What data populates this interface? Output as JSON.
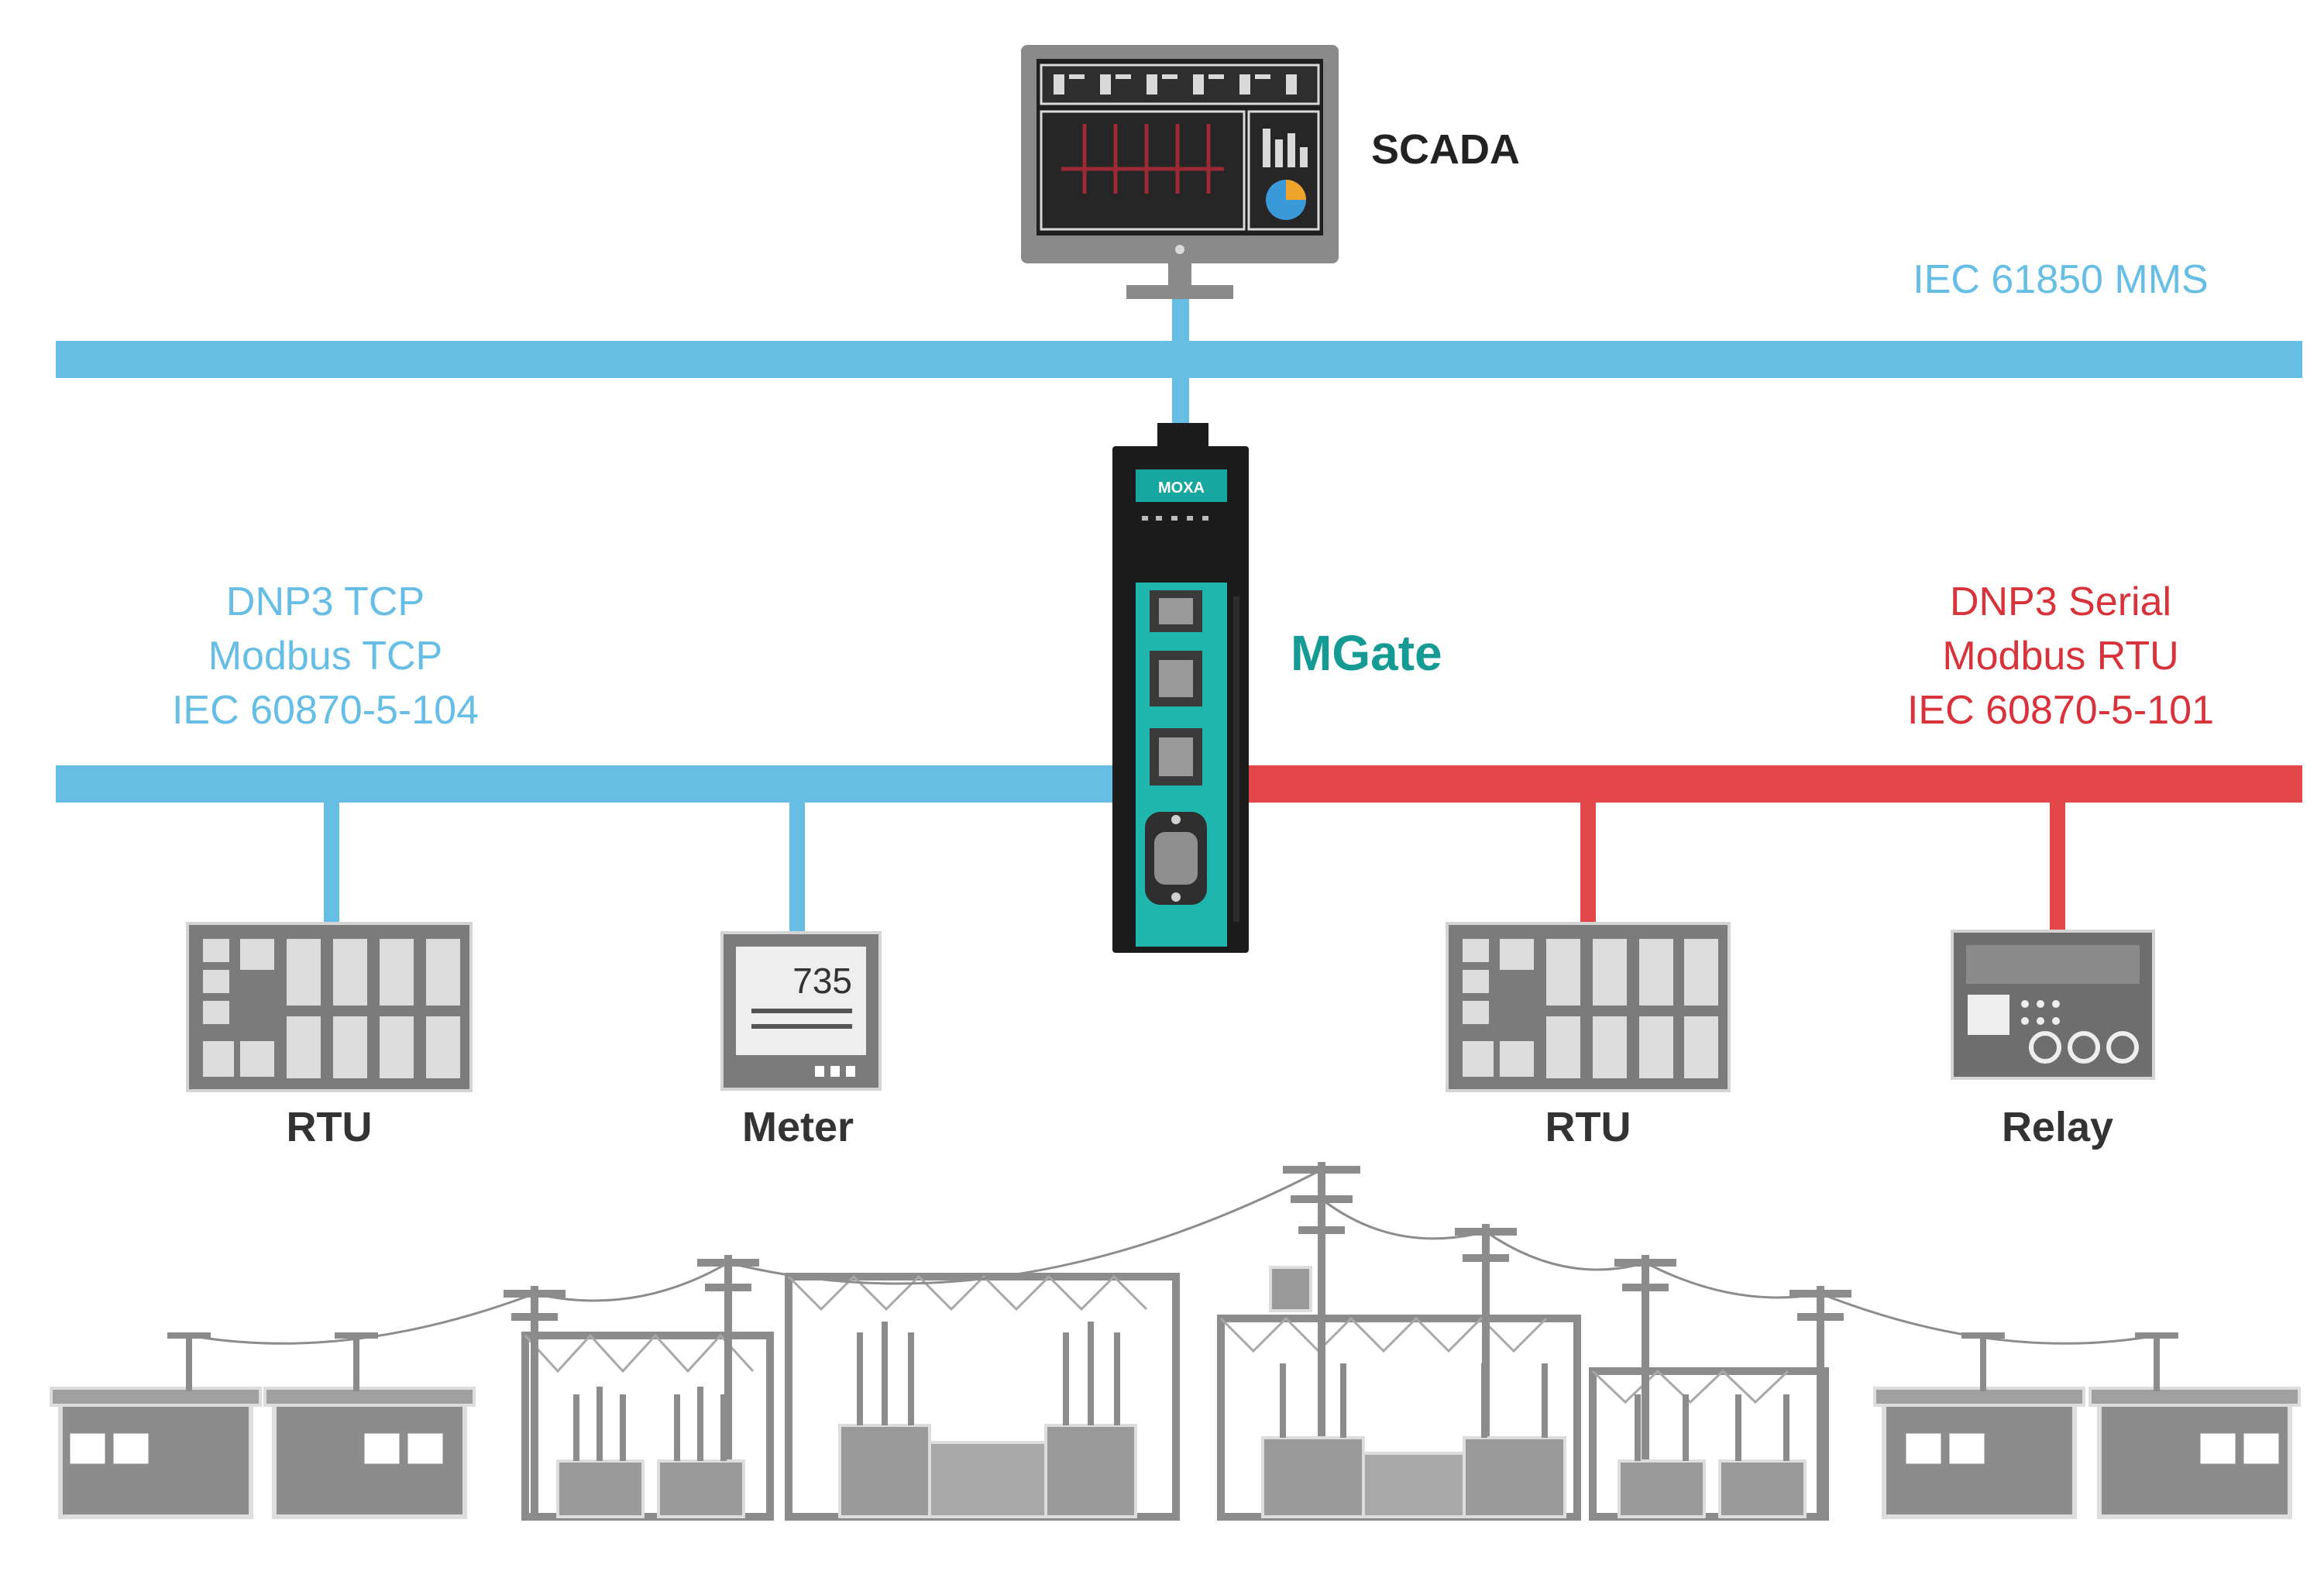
{
  "colors": {
    "ethernet": "#67BEE5",
    "serial": "#E3474A",
    "gateway_accent": "#169A94",
    "device_gray": "#7A7A7A",
    "label_dark": "#222222"
  },
  "scada": {
    "label": "SCADA",
    "icon": "monitor-icon"
  },
  "top_bus": {
    "protocol": "IEC 61850 MMS"
  },
  "gateway": {
    "label": "MGate",
    "brand": "MOXA",
    "icon": "gateway-device-icon"
  },
  "left_bus": {
    "protocols": [
      "DNP3 TCP",
      "Modbus TCP",
      "IEC 60870-5-104"
    ]
  },
  "right_bus": {
    "protocols": [
      "DNP3 Serial",
      "Modbus RTU",
      "IEC 60870-5-101"
    ]
  },
  "devices": [
    {
      "id": "rtu-left",
      "label": "RTU",
      "icon": "rtu-icon"
    },
    {
      "id": "meter",
      "label": "Meter",
      "icon": "meter-icon",
      "display": "735"
    },
    {
      "id": "rtu-right",
      "label": "RTU",
      "icon": "rtu-icon"
    },
    {
      "id": "relay",
      "label": "Relay",
      "icon": "relay-icon"
    }
  ]
}
